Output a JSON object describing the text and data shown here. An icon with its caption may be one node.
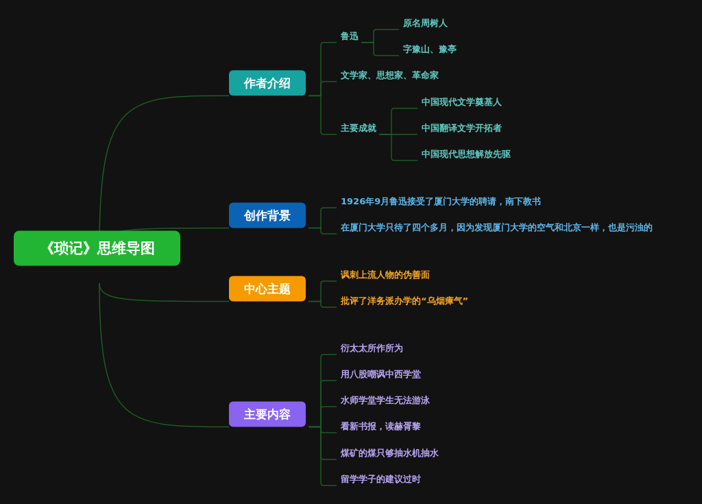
{
  "diagram": {
    "nodes": [
      {
        "text": [
          "《琐记》思维导图"
        ]
      },
      {
        "text": [
          "作者介绍"
        ]
      },
      {
        "text": [
          "鲁迅"
        ]
      },
      {
        "text": [
          "原名周树人"
        ]
      },
      {
        "text": [
          "字豫山、豫亭"
        ]
      },
      {
        "text": [
          "文学家、思想家、革命家"
        ]
      },
      {
        "text": [
          "主要成就"
        ]
      },
      {
        "text": [
          "中国现代文学奠基人"
        ]
      },
      {
        "text": [
          "中国翻译文学开拓者"
        ]
      },
      {
        "text": [
          "中国现代思想解放先驱"
        ]
      },
      {
        "text": [
          "创作背景"
        ]
      },
      {
        "text": [
          "1926年9月鲁迅接受了厦门大学的聘请，南下教书"
        ]
      },
      {
        "text": [
          "在厦门大学只待了四个多月，因为发现厦门大学的空气和北京一样，也是污浊的"
        ]
      },
      {
        "text": [
          "中心主题"
        ]
      },
      {
        "text": [
          "讽刺上流人物的伪善面"
        ]
      },
      {
        "text": [
          "批评了洋务派办学的“乌烟瘴气”"
        ]
      },
      {
        "text": [
          "主要内容"
        ]
      },
      {
        "text": [
          "衍太太所作所为"
        ]
      },
      {
        "text": [
          "用八股嘲讽中西学堂"
        ]
      },
      {
        "text": [
          "水师学堂学生无法游泳"
        ]
      },
      {
        "text": [
          "看新书报，读赫胥黎"
        ]
      },
      {
        "text": [
          "煤矿的煤只够抽水机抽水"
        ]
      },
      {
        "text": [
          "留学学子的建议过时"
        ]
      }
    ],
    "edges": [
      {
        "from": 0,
        "to": 1,
        "arrow": "none"
      },
      {
        "from": 0,
        "to": 10,
        "arrow": "none"
      },
      {
        "from": 0,
        "to": 13,
        "arrow": "none"
      },
      {
        "from": 0,
        "to": 16,
        "arrow": "none"
      },
      {
        "from": 1,
        "to": 2,
        "arrow": "none"
      },
      {
        "from": 1,
        "to": 5,
        "arrow": "none"
      },
      {
        "from": 1,
        "to": 6,
        "arrow": "none"
      },
      {
        "from": 2,
        "to": 3,
        "arrow": "none"
      },
      {
        "from": 2,
        "to": 4,
        "arrow": "none"
      },
      {
        "from": 6,
        "to": 7,
        "arrow": "none"
      },
      {
        "from": 6,
        "to": 8,
        "arrow": "none"
      },
      {
        "from": 6,
        "to": 9,
        "arrow": "none"
      },
      {
        "from": 10,
        "to": 11,
        "arrow": "none"
      },
      {
        "from": 10,
        "to": 12,
        "arrow": "none"
      },
      {
        "from": 13,
        "to": 14,
        "arrow": "none"
      },
      {
        "from": 13,
        "to": 15,
        "arrow": "none"
      },
      {
        "from": 16,
        "to": 17,
        "arrow": "none"
      },
      {
        "from": 16,
        "to": 18,
        "arrow": "none"
      },
      {
        "from": 16,
        "to": 19,
        "arrow": "none"
      },
      {
        "from": 16,
        "to": 20,
        "arrow": "none"
      },
      {
        "from": 16,
        "to": 21,
        "arrow": "none"
      },
      {
        "from": 16,
        "to": 22,
        "arrow": "none"
      }
    ]
  }
}
